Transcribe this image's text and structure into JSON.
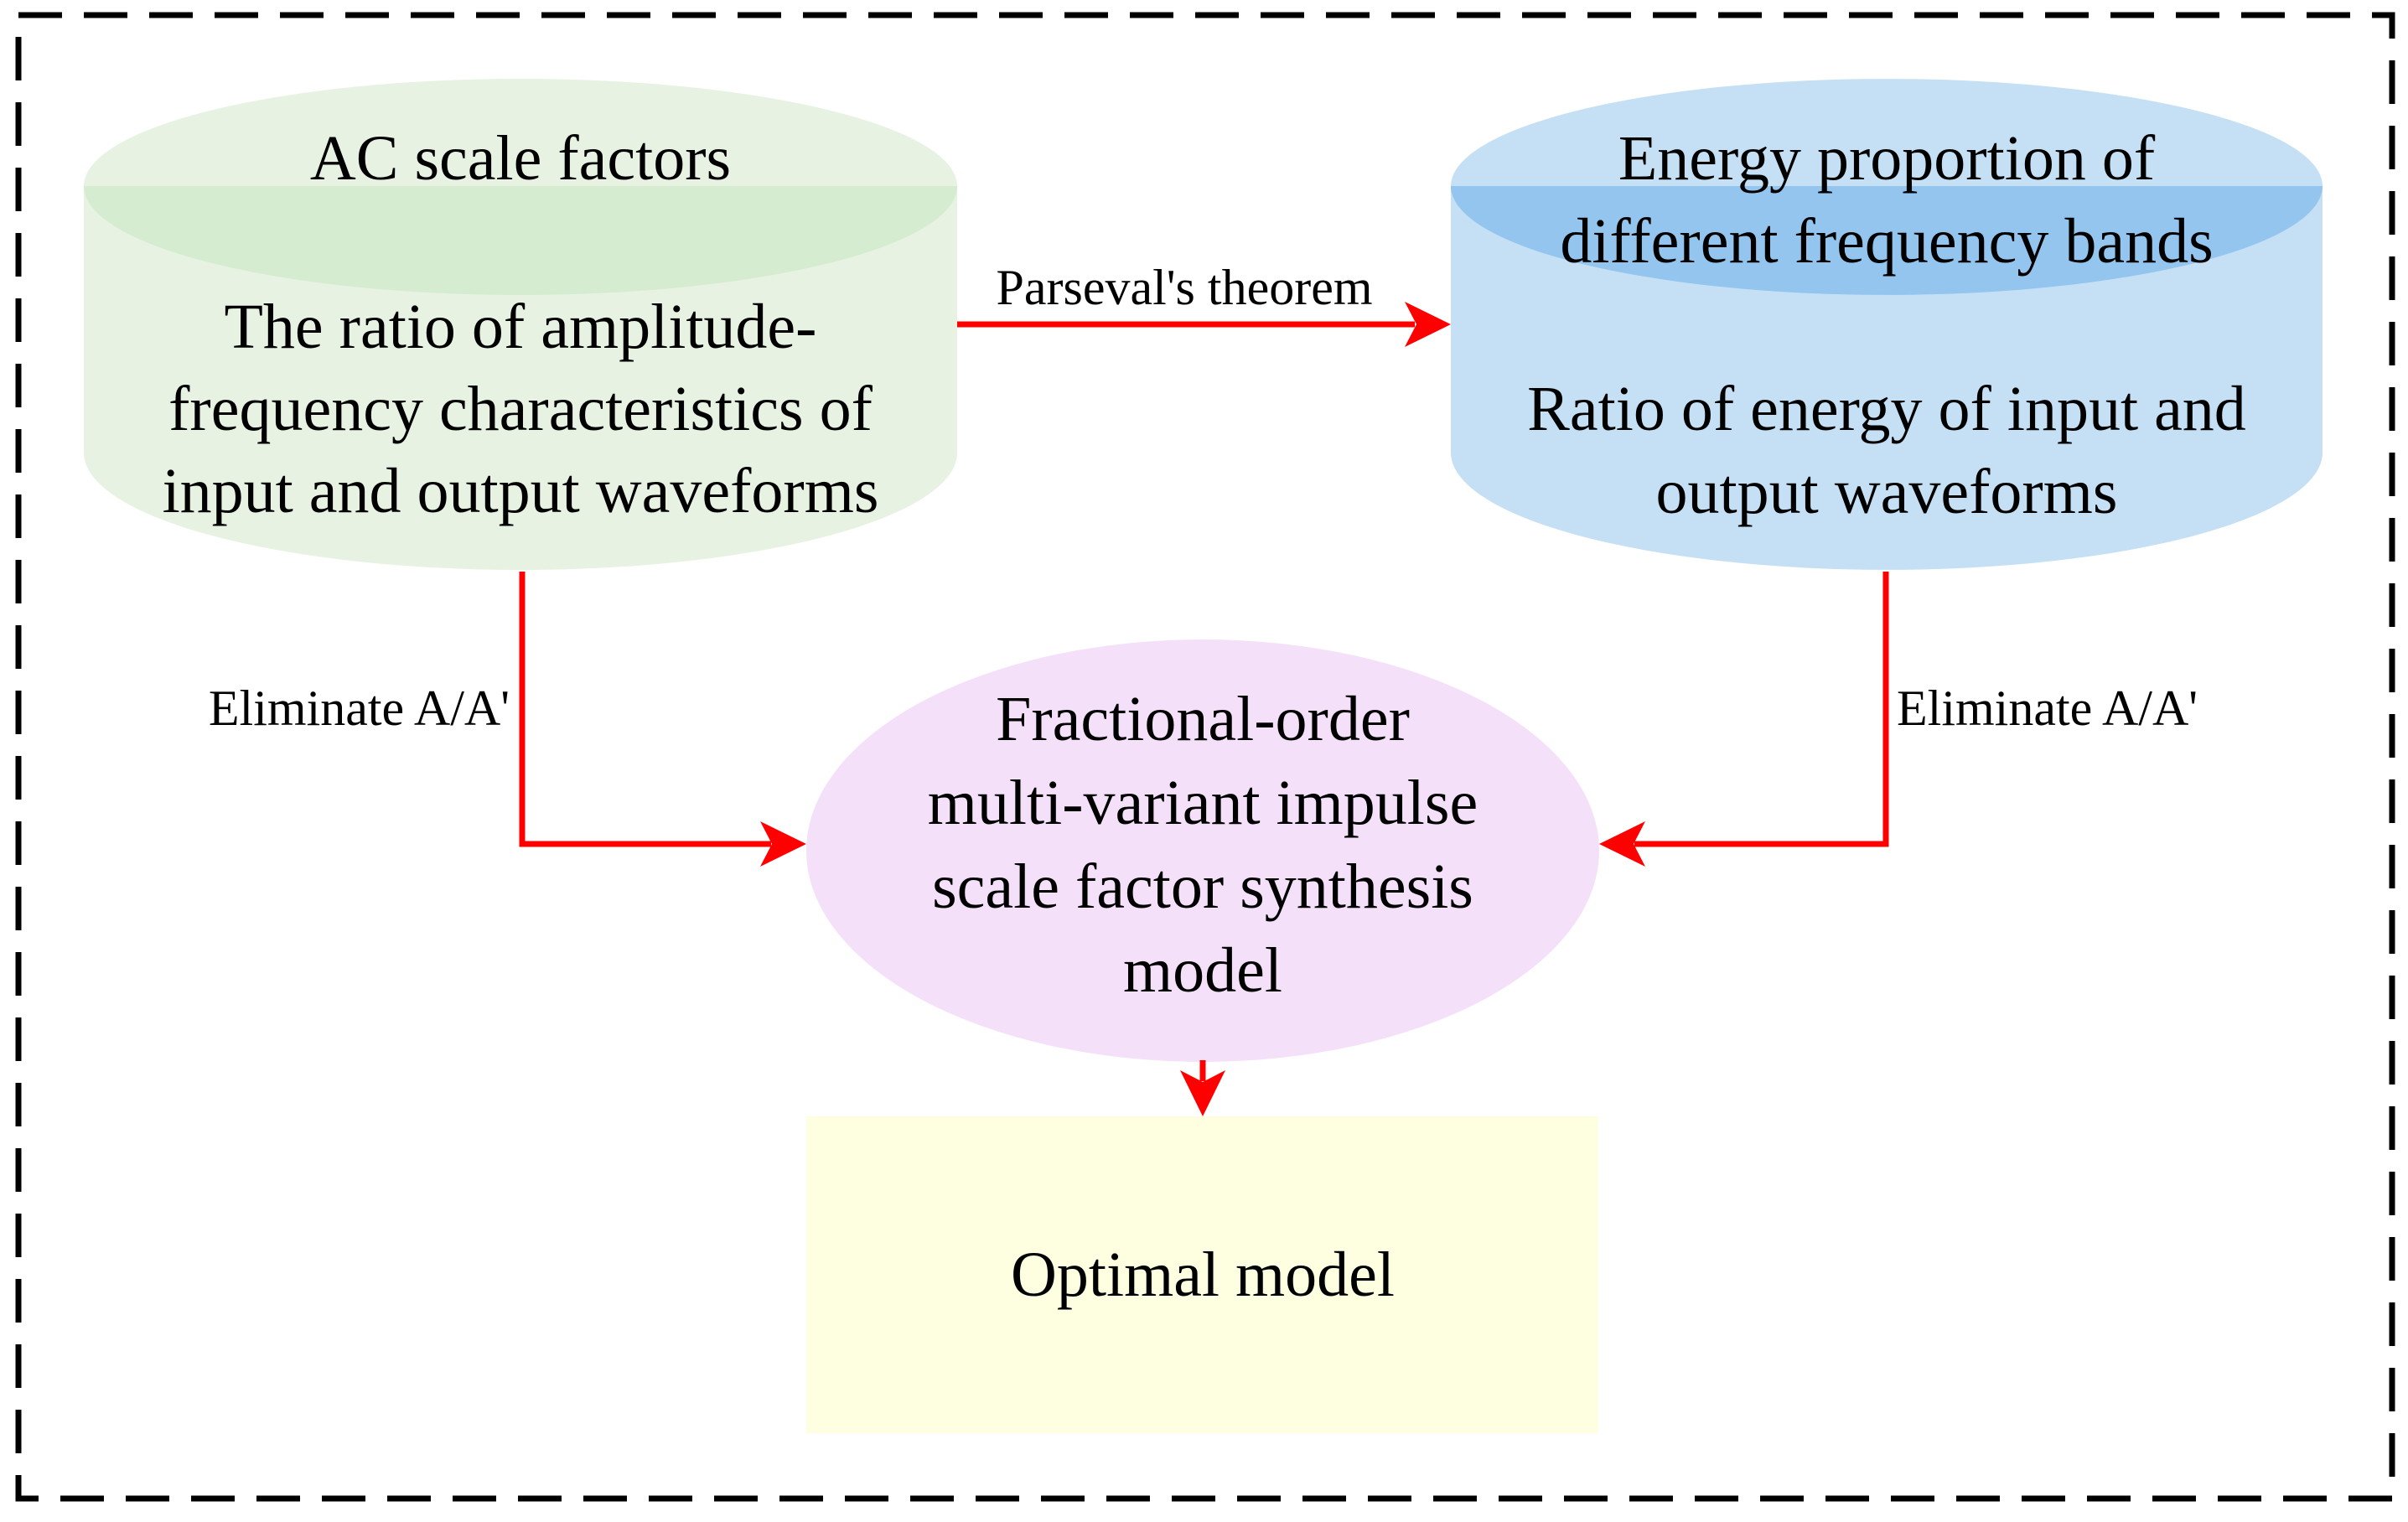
{
  "colors": {
    "frame": "#000000",
    "arrow": "#ff0000",
    "green_body": "#e7f2e3",
    "green_top": "#d5ecd1",
    "blue_body": "#c5e0f4",
    "blue_top": "#93c5ee",
    "pink": "#f5e0fa",
    "yellow": "#fefee0"
  },
  "left_cylinder": {
    "title": "AC scale factors",
    "body_lines": [
      "The ratio of amplitude-",
      "frequency characteristics of",
      "input and output waveforms"
    ]
  },
  "right_cylinder": {
    "title_lines": [
      "Energy proportion of",
      "different frequency bands"
    ],
    "body_lines": [
      "Ratio of energy of input and",
      "output waveforms"
    ]
  },
  "center_ellipse": {
    "lines": [
      "Fractional-order",
      "multi-variant impulse",
      "scale factor synthesis",
      "model"
    ]
  },
  "result_box": {
    "label": "Optimal model"
  },
  "edges": {
    "top_label": "Parseval's theorem",
    "left_label": "Eliminate A/A'",
    "right_label": "Eliminate A/A'"
  }
}
